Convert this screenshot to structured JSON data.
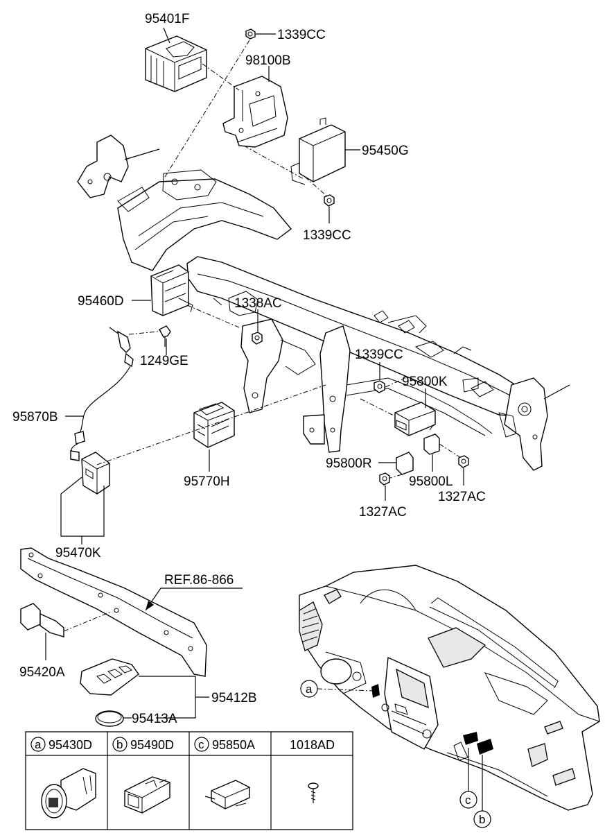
{
  "labels": {
    "l95401F": "95401F",
    "l1339CC_a": "1339CC",
    "l98100B": "98100B",
    "l95450G": "95450G",
    "l1339CC_b": "1339CC",
    "l95460D": "95460D",
    "l1338AC": "1338AC",
    "l1249GE": "1249GE",
    "l1339CC_c": "1339CC",
    "l95800K": "95800K",
    "l95870B": "95870B",
    "l95770H": "95770H",
    "l95800R": "95800R",
    "l95800L": "95800L",
    "l1327AC_a": "1327AC",
    "l1327AC_b": "1327AC",
    "l95470K": "95470K",
    "lREF": "REF.86-866",
    "l95420A": "95420A",
    "l95412B": "95412B",
    "l95413A": "95413A"
  },
  "callouts": {
    "a": "a",
    "b": "b",
    "c": "c"
  },
  "table": {
    "headers": [
      {
        "letter": "a",
        "part": "95430D"
      },
      {
        "letter": "b",
        "part": "95490D"
      },
      {
        "letter": "c",
        "part": "95850A"
      },
      {
        "letter": "",
        "part": "1018AD"
      }
    ],
    "icons": [
      "start-button-icon",
      "connector-switch-icon",
      "module-icon",
      "screw-icon"
    ]
  }
}
